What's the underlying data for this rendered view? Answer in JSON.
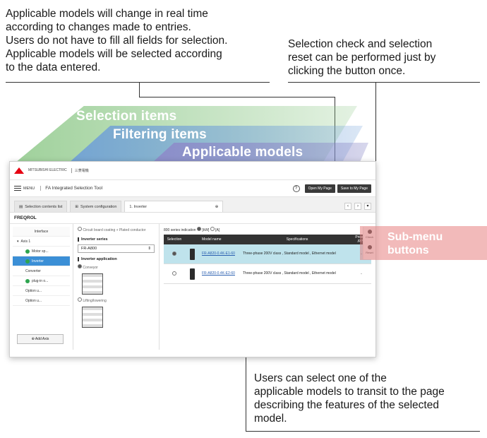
{
  "callouts": {
    "top_left": [
      "Applicable models will change in real time",
      "according to changes made to entries.",
      "Users do not have to fill all fields for selection.",
      "Applicable models will be selected according",
      "to the data entered."
    ],
    "top_right": [
      "Selection check and selection",
      "reset can be performed just by",
      "clicking the button once."
    ],
    "bottom_right": [
      "Users can select one of the",
      "applicable models to transit to the page",
      "describing the features of the selected",
      "model."
    ]
  },
  "bands": {
    "selection_items": "Selection items",
    "filtering_items": "Filtering items",
    "applicable_models": "Applicable models",
    "submenu": [
      "Sub-menu",
      "buttons"
    ],
    "colors": {
      "green": "#8fc98a",
      "blue": "#6f9fd8",
      "purple": "#8d8cc9",
      "red": "#e88282"
    }
  },
  "app": {
    "logo_text": "MITSUBISHI ELECTRIC",
    "logo_jp": "三菱電機",
    "menu_label": "MENU",
    "tool_title": "FA Integrated Selection Tool",
    "open_page": "Open My Page",
    "save_page": "Save to My Page",
    "tabs": {
      "contents": "Selection contents list",
      "system": "System configuration",
      "inverter": "1. Inverter"
    },
    "section": "FREQROL",
    "left": {
      "header": "Interface",
      "axis": "Axis 1",
      "motor": "Motor sp...",
      "inverter": "Inverter",
      "converter": "Converter",
      "plugin": "plug-in o...",
      "option1": "Option u...",
      "option2": "Option u...",
      "add_axis": "Add Axis"
    },
    "middle": {
      "coating": "Circuit board coating + Plated conductor",
      "series_head": "Inverter series",
      "series_value": "FR-A800",
      "application_head": "Inverter application",
      "conveyor": "Conveyor",
      "lifting": "Lifting/lowering"
    },
    "right": {
      "indication": "800 series indication",
      "unit_kw": "[kW]",
      "unit_a": "[A]",
      "columns": [
        "Selection",
        "Model name",
        "Specifications",
        "Price (¥ /P/Y)"
      ],
      "rows": [
        {
          "model": "FR-A820-0.4K-E1-60",
          "spec": "Three-phase 200V class , Standard model , Ethernet model",
          "price": "-",
          "selected": true
        },
        {
          "model": "FR-A820-0.4K-E2-60",
          "spec": "Three-phase 200V class , Standard model , Ethernet model",
          "price": "-",
          "selected": false
        }
      ]
    },
    "side": {
      "check": "Check",
      "reset": "Reset"
    }
  }
}
